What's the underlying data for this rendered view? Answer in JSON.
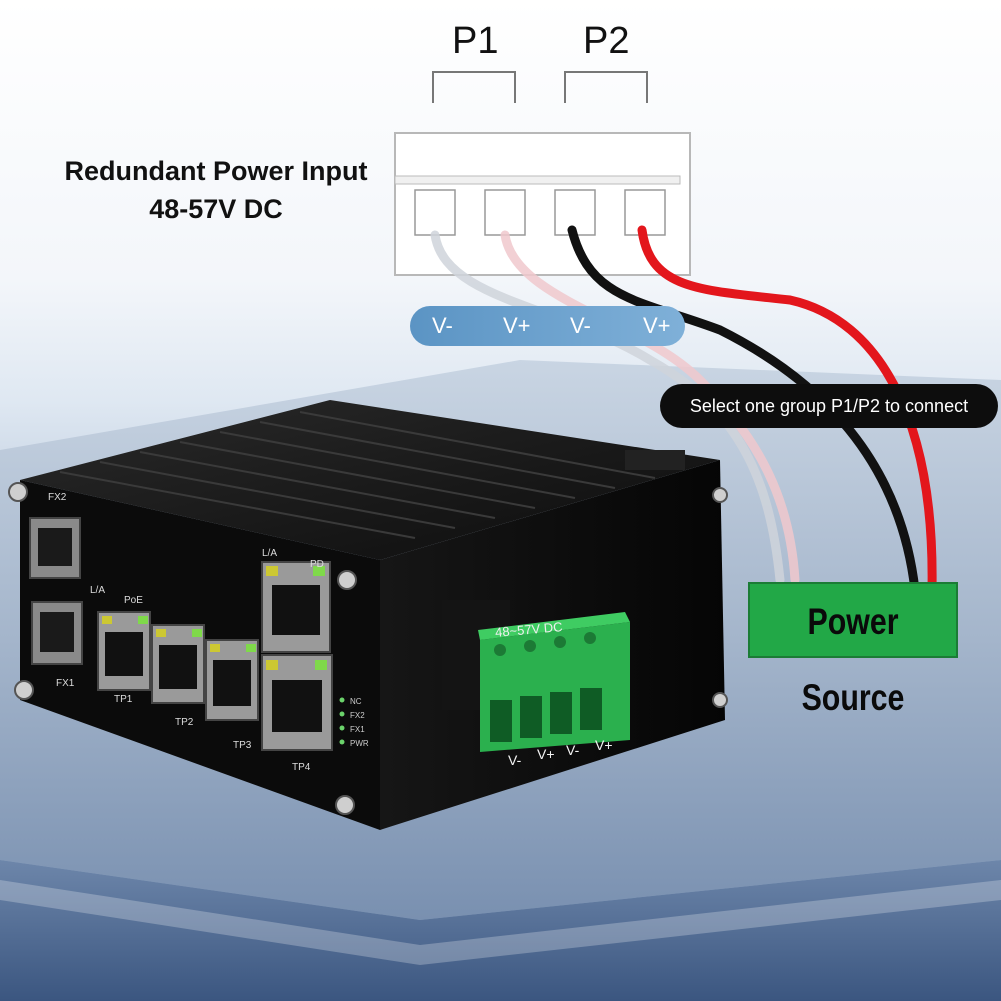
{
  "heading": {
    "line1": "Redundant Power Input",
    "line2": "48-57V DC"
  },
  "groups": {
    "p1": "P1",
    "p2": "P2"
  },
  "terminal_labels": [
    "V-",
    "V+",
    "V-",
    "V+"
  ],
  "connect_note": "Select one group P1/P2 to connect",
  "power_source": "Power Source",
  "device": {
    "ports": {
      "fx2": "FX2",
      "fx1": "FX1",
      "tp1": "TP1",
      "tp2": "TP2",
      "tp3": "TP3",
      "tp4": "TP4",
      "la_top": "L/A",
      "pd": "PD",
      "la_bottom": "L/A",
      "poe": "PoE"
    },
    "leds": [
      "NC",
      "FX2",
      "FX1",
      "PWR"
    ],
    "terminal_block": {
      "rating": "48~57V DC",
      "pins": [
        "V-",
        "V+",
        "V-",
        "V+"
      ]
    }
  },
  "colors": {
    "wire_red": "#e3161c",
    "wire_black": "#111111",
    "connector_green": "#22a847",
    "label_band_blue": "#5b94c4"
  }
}
